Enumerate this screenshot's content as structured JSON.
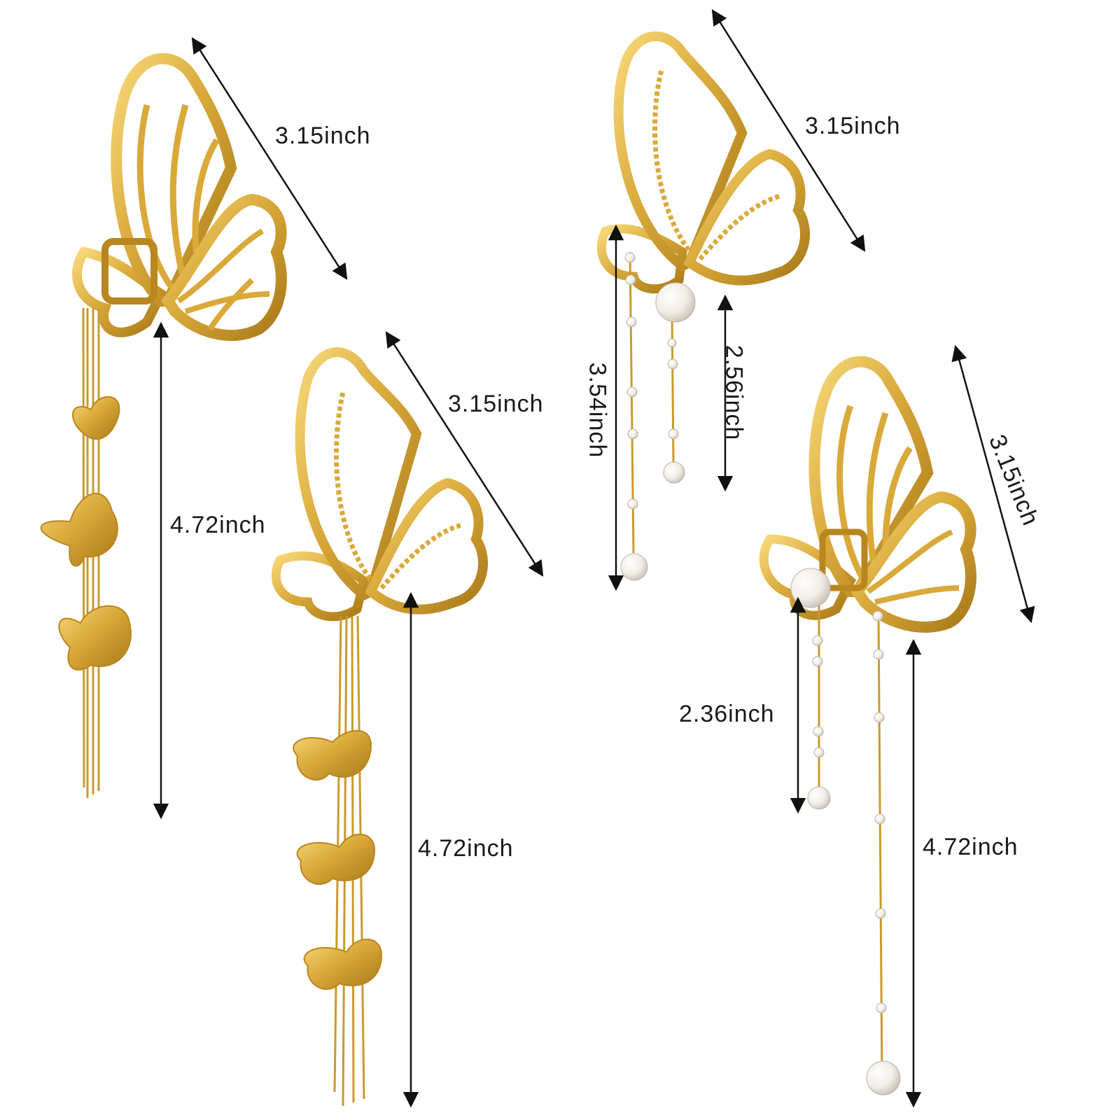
{
  "image": {
    "subject": "gold butterfly hair claw clips with tassels",
    "colors": {
      "background": "#ffffff",
      "gold": "#d9a93a",
      "gold_light": "#f2cf6a",
      "gold_dark": "#a87818",
      "pearl": "#f6f3ee",
      "arrow": "#111111"
    }
  },
  "measurements": {
    "clip1_width": "3.15inch",
    "clip1_tassel": "4.72inch",
    "clip2_width": "3.15inch",
    "clip2_tassel": "4.72inch",
    "clip3_width": "3.15inch",
    "clip3_tassel_long": "3.54inch",
    "clip3_tassel_short": "2.56inch",
    "clip4_width": "3.15inch",
    "clip4_tassel_short": "2.36inch",
    "clip4_tassel_long": "4.72inch"
  }
}
